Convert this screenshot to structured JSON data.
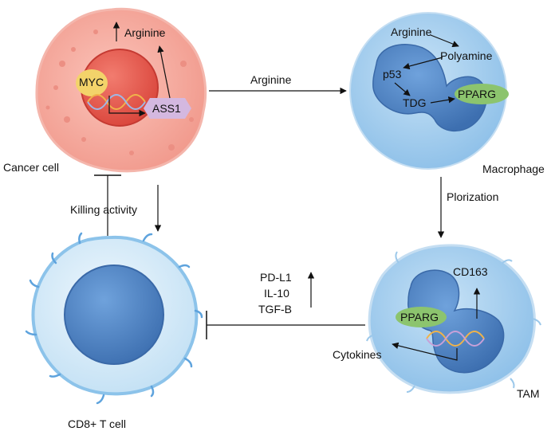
{
  "cells": {
    "cancer": "Cancer cell",
    "macrophage": "Macrophage",
    "tcell": "CD8+ T cell",
    "tam": "TAM"
  },
  "cancer_labels": {
    "arginine": "Arginine",
    "myc": "MYC",
    "ass1": "ASS1"
  },
  "macro_labels": {
    "arginine": "Arginine",
    "polyamine": "Polyamine",
    "p53": "p53",
    "tdg": "TDG",
    "pparg": "PPARG"
  },
  "tam_labels": {
    "cd163": "CD163",
    "pparg": "PPARG",
    "cytokines": "Cytokines"
  },
  "arrows": {
    "arginine_transfer": "Arginine",
    "polarization": "Plorization",
    "killing": "Killing activity",
    "factor1": "PD-L1",
    "factor2": "IL-10",
    "factor3": "TGF-B"
  },
  "colors": {
    "cancer_body": "#f5a89c",
    "cancer_nucleus": "#e8564a",
    "macro_body": "#a9d1ef",
    "nucleus_blue": "#4f86c6",
    "tcell_body": "#d7ecf9",
    "pparg_green": "#8cc46e",
    "myc_yellow": "#f3d36a",
    "ass1_lilac": "#d4b8e0"
  }
}
